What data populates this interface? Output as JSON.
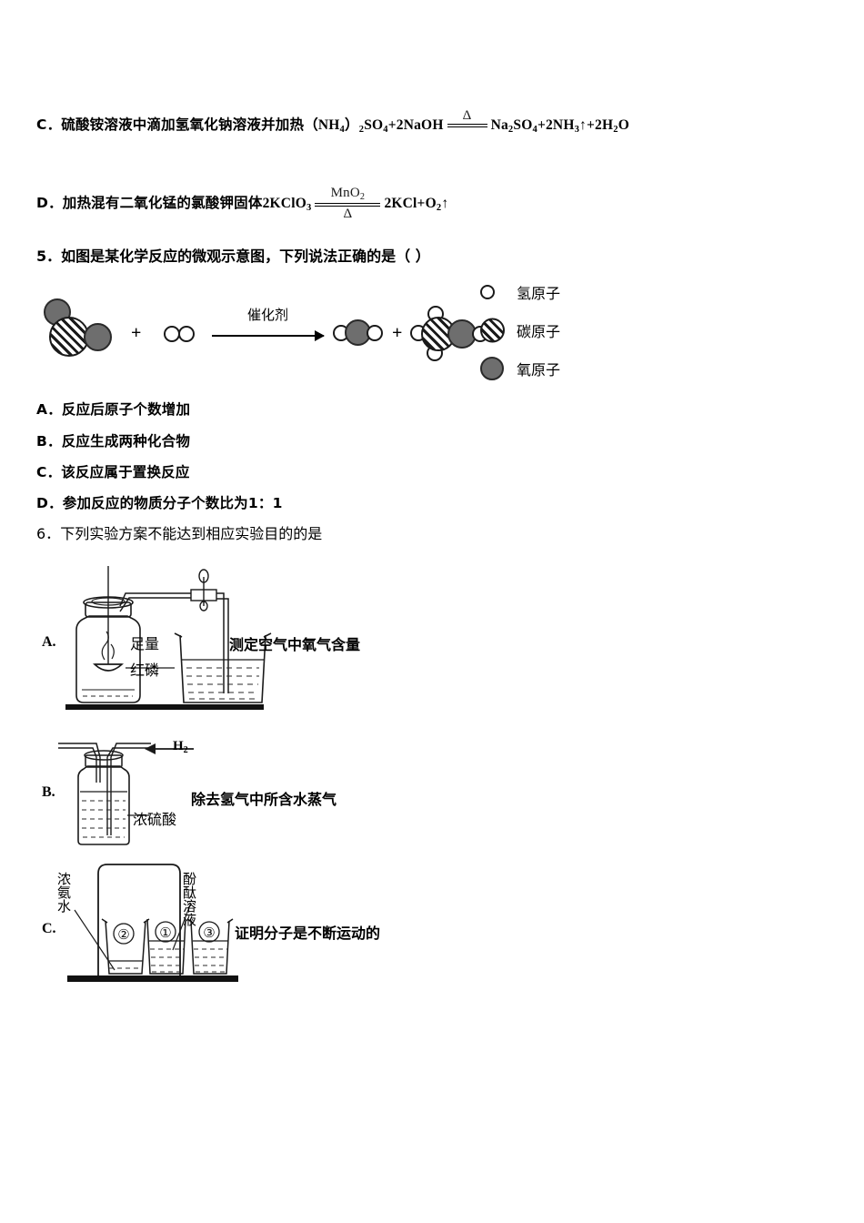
{
  "document": {
    "type": "chemistry-exam-page",
    "language": "zh-CN"
  },
  "question4_options": {
    "option_c": {
      "label": "C．",
      "text": "硫酸铵溶液中滴加氢氧化钠溶液并加热",
      "equation_left": "（NH4）2SO4+2NaOH",
      "condition_above": "Δ",
      "condition_below": "",
      "equation_right": "Na2SO4+2NH3↑+2H2O"
    },
    "option_d": {
      "label": "D．",
      "text": "加热混有二氧化锰的氯酸钾固体",
      "equation_left": "2KClO3",
      "condition_above": "MnO2",
      "condition_below": "Δ",
      "equation_right": "2KCl+O2↑"
    }
  },
  "question5": {
    "number": "5．",
    "stem": "如图是某化学反应的微观示意图，下列说法正确的是（      ）",
    "diagram": {
      "catalyst_label": "催化剂",
      "plus_1": "+",
      "plus_2": "+",
      "reactant_1": "CO2",
      "reactant_2": "H2",
      "product_1": "H2O",
      "product_2": "CH3OH"
    },
    "legend": [
      {
        "symbol": "hydrogen-atom-circle",
        "label": "氢原子"
      },
      {
        "symbol": "carbon-atom-circle",
        "label": "碳原子"
      },
      {
        "symbol": "oxygen-atom-circle",
        "label": "氧原子"
      }
    ],
    "options": [
      {
        "label": "A．",
        "text": "反应后原子个数增加"
      },
      {
        "label": "B．",
        "text": "反应生成两种化合物"
      },
      {
        "label": "C．",
        "text": "该反应属于置换反应"
      },
      {
        "label": "D．",
        "text": "参加反应的物质分子个数比为1：1"
      }
    ]
  },
  "question6": {
    "number": "6．",
    "stem": "下列实验方案不能达到相应实验目的的是",
    "options": [
      {
        "label": "A.",
        "purpose": "测定空气中氧气含量",
        "annotations": [
          "足量",
          "红磷"
        ]
      },
      {
        "label": "B.",
        "purpose": "除去氢气中所含水蒸气",
        "gas_label": "H2",
        "annotations": [
          "浓硫酸"
        ]
      },
      {
        "label": "C.",
        "purpose": "证明分子是不断运动的",
        "annotations": [
          "浓氨水",
          "酚酞溶液"
        ],
        "beaker_marks": [
          "②",
          "①",
          "③"
        ]
      }
    ]
  },
  "colors": {
    "ink": "#1a1a1a",
    "oxygen_gray": "#6e6e6e",
    "page_background": "#ffffff"
  }
}
